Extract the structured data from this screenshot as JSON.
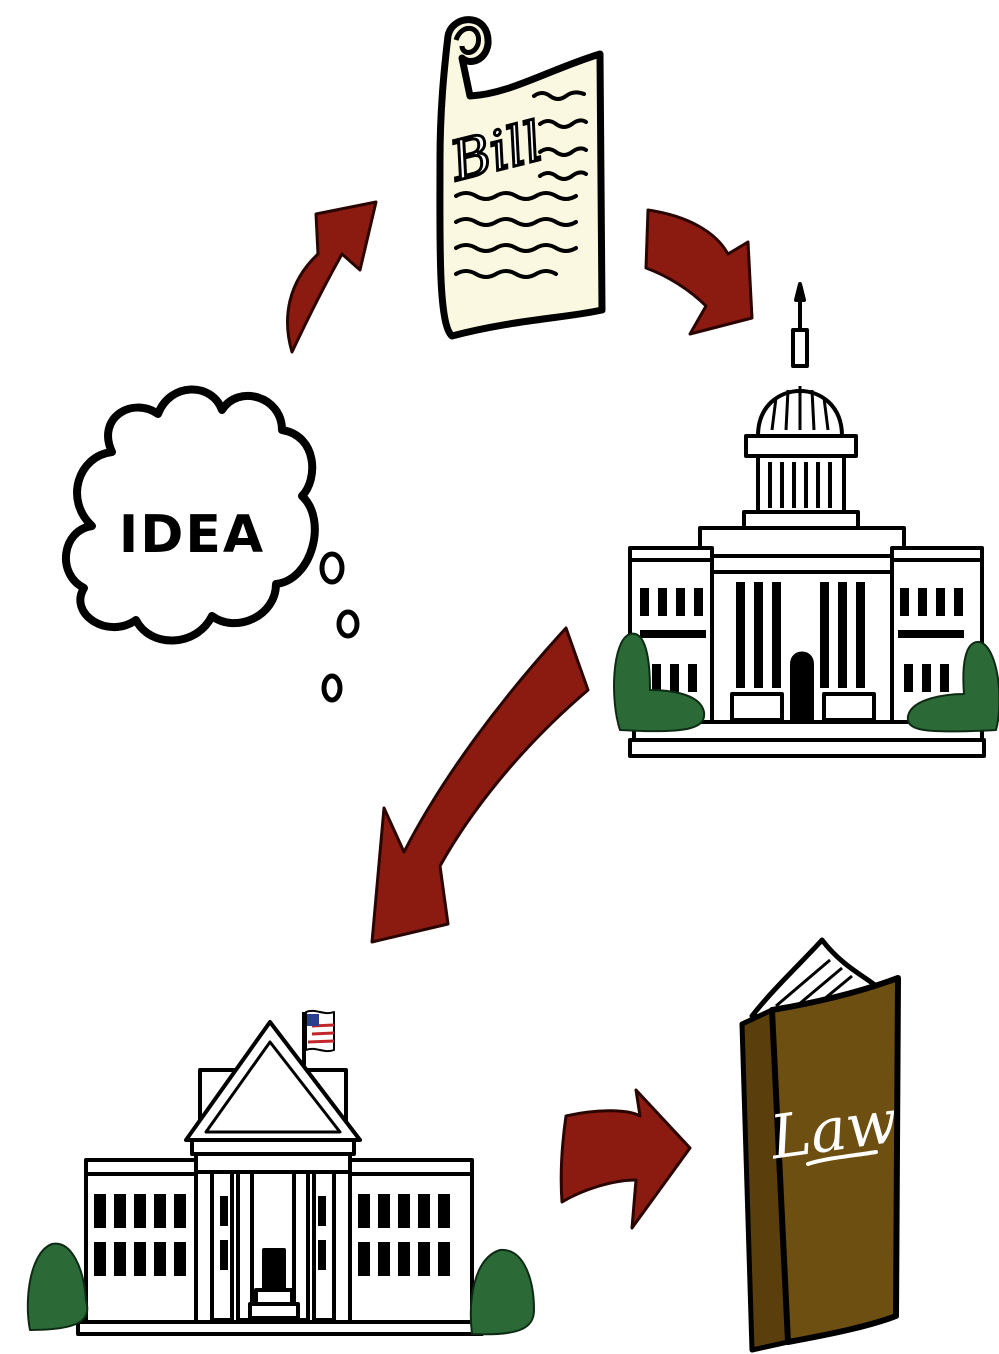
{
  "diagram": {
    "nodes": {
      "idea": {
        "label": "IDEA"
      },
      "bill": {
        "label": "Bill"
      },
      "capitol": {
        "label": ""
      },
      "white_house": {
        "label": ""
      },
      "law_book": {
        "label": "Law"
      }
    },
    "edges": [
      {
        "from": "idea",
        "to": "bill"
      },
      {
        "from": "bill",
        "to": "capitol"
      },
      {
        "from": "capitol",
        "to": "white_house"
      },
      {
        "from": "white_house",
        "to": "law_book"
      }
    ]
  },
  "colors": {
    "arrow": "#8b1a10",
    "scroll_paper": "#fbf8e1",
    "shrub": "#2b6a36",
    "book_cover": "#6e4f12",
    "outline": "#000000"
  }
}
